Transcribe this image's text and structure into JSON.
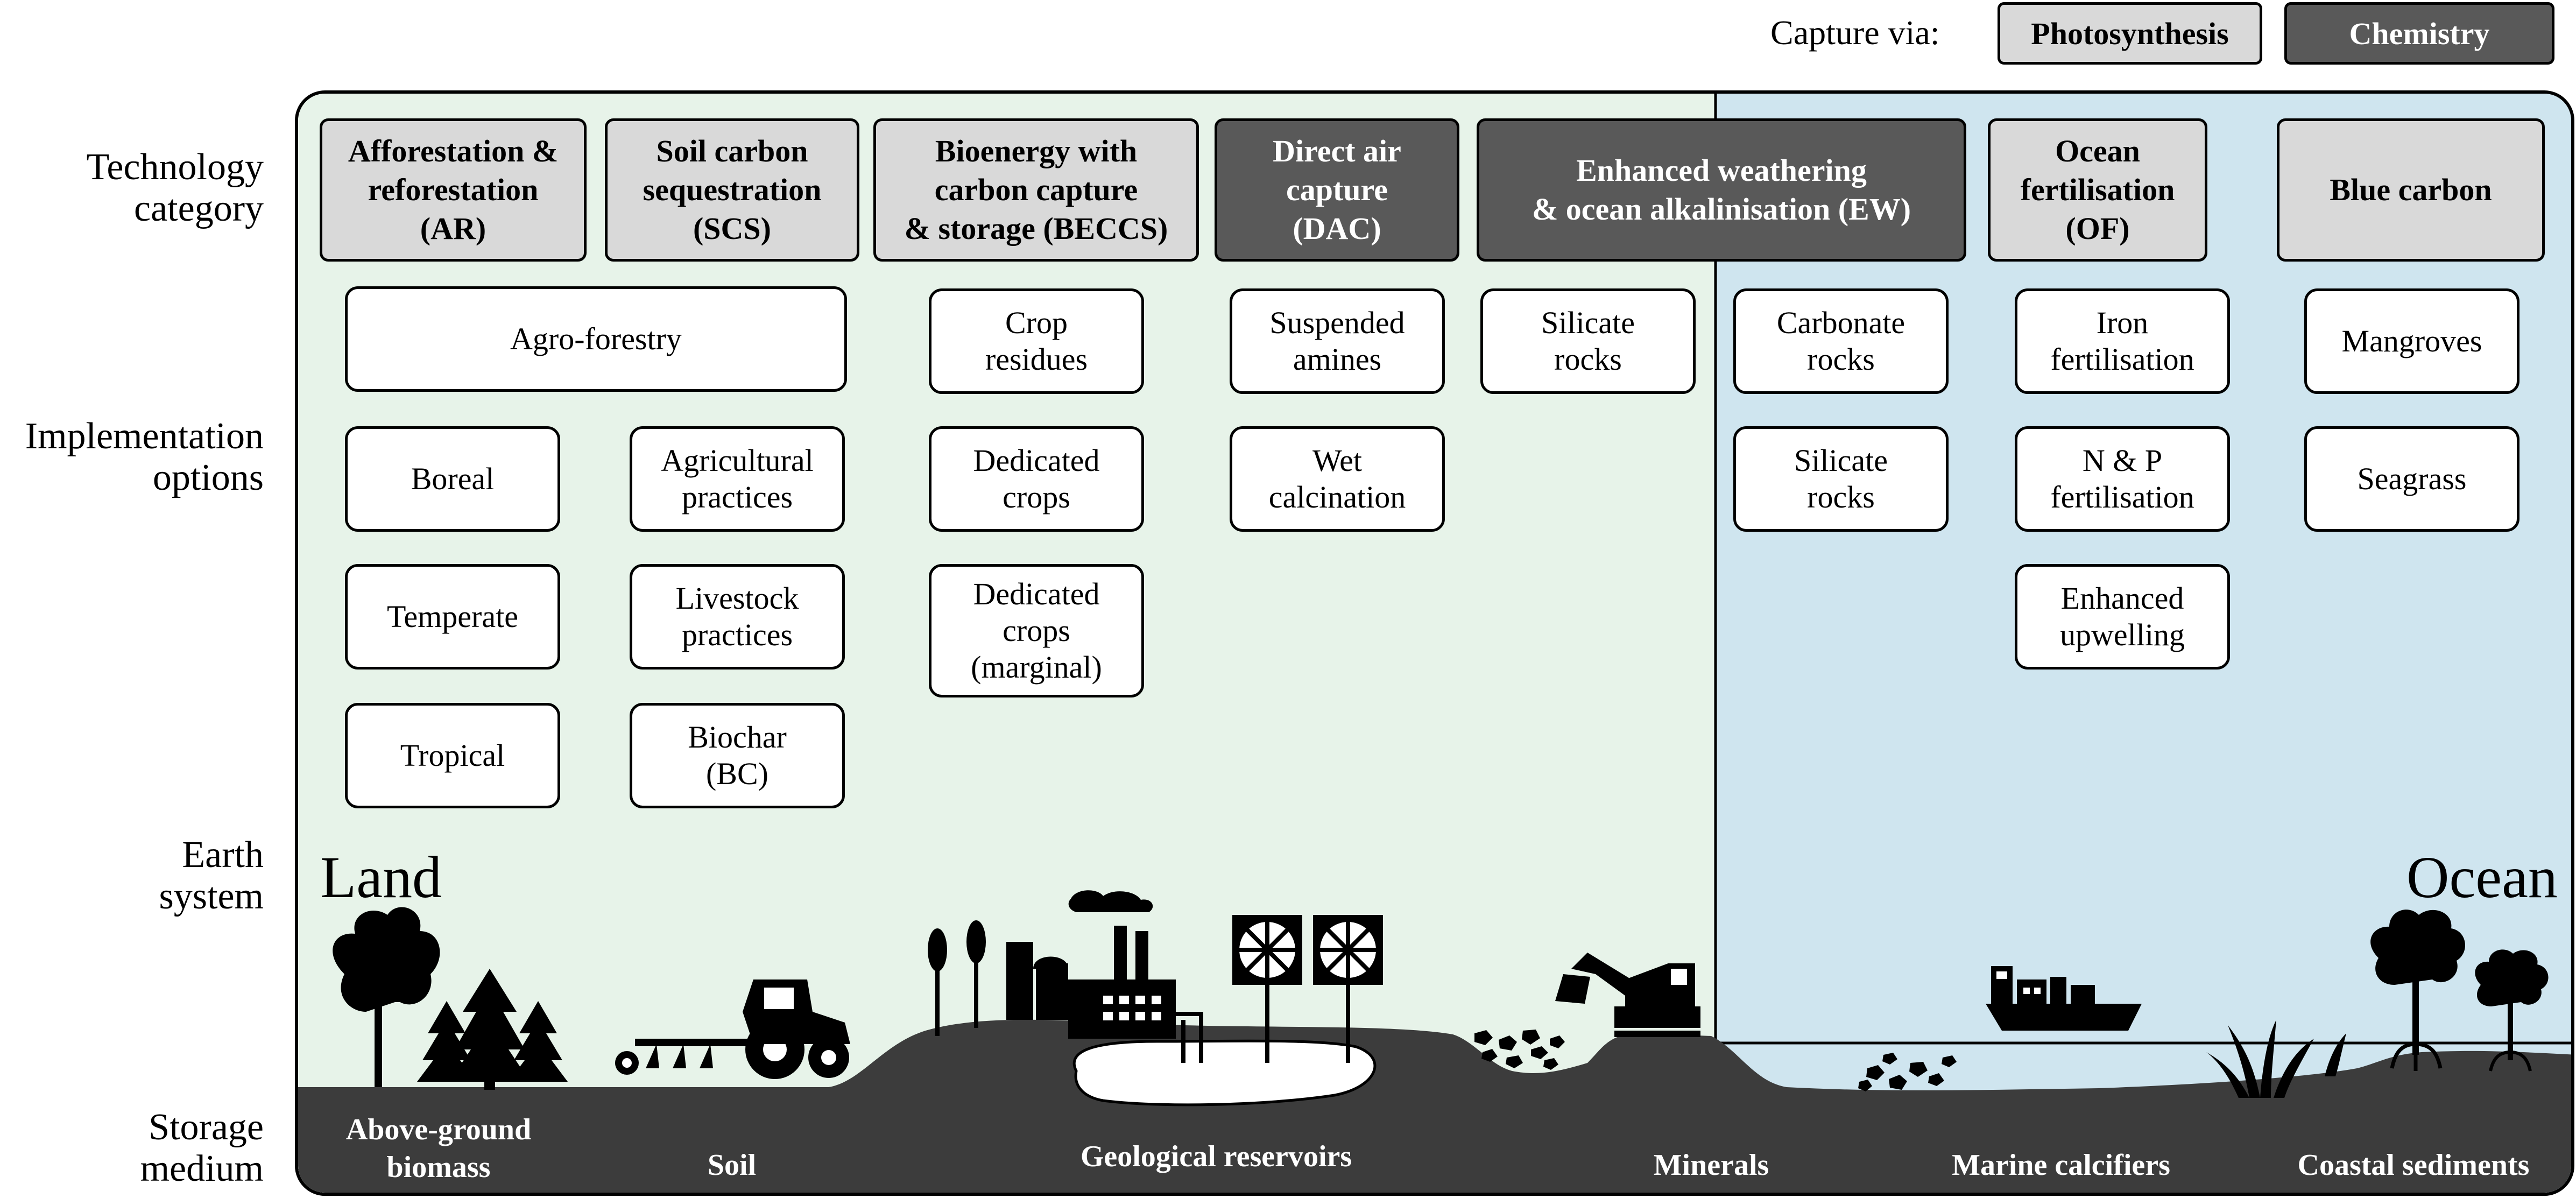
{
  "legend": {
    "label": "Capture via:",
    "photosynthesis": "Photosynthesis",
    "chemistry": "Chemistry"
  },
  "row_labels": {
    "technology": [
      "Technology",
      "category"
    ],
    "implementation": [
      "Implementation",
      "options"
    ],
    "earth": [
      "Earth",
      "system"
    ],
    "storage": [
      "Storage",
      "medium"
    ]
  },
  "categories": {
    "ar": [
      "Afforestation &",
      "reforestation",
      "(AR)"
    ],
    "scs": [
      "Soil carbon",
      "sequestration",
      "(SCS)"
    ],
    "beccs": [
      "Bioenergy with",
      "carbon capture",
      "& storage (BECCS)"
    ],
    "dac": [
      "Direct air",
      "capture",
      "(DAC)"
    ],
    "ew": [
      "Enhanced weathering",
      "& ocean alkalinisation (EW)"
    ],
    "of": [
      "Ocean",
      "fertilisation",
      "(OF)"
    ],
    "bc": [
      "Blue carbon"
    ]
  },
  "options": {
    "agroforestry": [
      "Agro-forestry"
    ],
    "boreal": [
      "Boreal"
    ],
    "temperate": [
      "Temperate"
    ],
    "tropical": [
      "Tropical"
    ],
    "agricultural": [
      "Agricultural",
      "practices"
    ],
    "livestock": [
      "Livestock",
      "practices"
    ],
    "biochar": [
      "Biochar",
      "(BC)"
    ],
    "crop_residues": [
      "Crop",
      "residues"
    ],
    "dedicated_crops": [
      "Dedicated",
      "crops"
    ],
    "dedicated_marginal": [
      "Dedicated",
      "crops",
      "(marginal)"
    ],
    "suspended_amines": [
      "Suspended",
      "amines"
    ],
    "wet_calcination": [
      "Wet",
      "calcination"
    ],
    "silicate_rocks_land": [
      "Silicate",
      "rocks"
    ],
    "carbonate_rocks": [
      "Carbonate",
      "rocks"
    ],
    "silicate_rocks_ocean": [
      "Silicate",
      "rocks"
    ],
    "iron": [
      "Iron",
      "fertilisation"
    ],
    "np": [
      "N & P",
      "fertilisation"
    ],
    "upwelling": [
      "Enhanced",
      "upwelling"
    ],
    "mangroves": [
      "Mangroves"
    ],
    "seagrass": [
      "Seagrass"
    ]
  },
  "earth_system": {
    "land": "Land",
    "ocean": "Ocean"
  },
  "storage_media": {
    "above_ground": [
      "Above-ground",
      "biomass"
    ],
    "soil": [
      "Soil"
    ],
    "geological": [
      "Geological reservoirs"
    ],
    "minerals": [
      "Minerals"
    ],
    "marine": [
      "Marine calcifiers"
    ],
    "coastal": [
      "Coastal sediments"
    ]
  },
  "colors": {
    "land_bg": "#e7f3e9",
    "ocean_bg": "#cfe5ef",
    "ground": "#3c3c3c",
    "photosynthesis_fill": "#d9d9d9",
    "chemistry_fill": "#595959"
  },
  "icons": [
    "deciduous-tree-icon",
    "conifer-trees-icon",
    "tractor-icon",
    "wheat-icon",
    "bioenergy-plant-icon",
    "dac-fan-icon",
    "excavator-icon",
    "rocks-icon",
    "cargo-ship-icon",
    "mangrove-tree-icon",
    "seagrass-icon"
  ]
}
